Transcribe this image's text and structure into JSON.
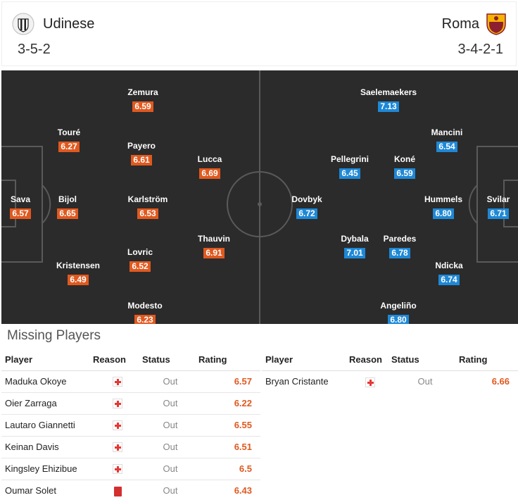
{
  "header": {
    "home": {
      "name": "Udinese",
      "formation": "3-5-2",
      "logo_icon": "udinese-crest-icon"
    },
    "away": {
      "name": "Roma",
      "formation": "3-4-2-1",
      "logo_icon": "roma-crest-icon"
    }
  },
  "colors": {
    "home_rating": "#e0591f",
    "away_rating": "#1e88d6",
    "pitch": "#2b2b2b"
  },
  "lineup": {
    "home": [
      {
        "name": "Sava",
        "rating": "6.57"
      },
      {
        "name": "Touré",
        "rating": "6.27"
      },
      {
        "name": "Bijol",
        "rating": "6.65"
      },
      {
        "name": "Kristensen",
        "rating": "6.49"
      },
      {
        "name": "Zemura",
        "rating": "6.59"
      },
      {
        "name": "Payero",
        "rating": "6.61"
      },
      {
        "name": "Karlström",
        "rating": "6.53"
      },
      {
        "name": "Lovric",
        "rating": "6.52"
      },
      {
        "name": "Modesto",
        "rating": "6.23"
      },
      {
        "name": "Lucca",
        "rating": "6.69"
      },
      {
        "name": "Thauvin",
        "rating": "6.91"
      }
    ],
    "away": [
      {
        "name": "Svilar",
        "rating": "6.71"
      },
      {
        "name": "Mancini",
        "rating": "6.54"
      },
      {
        "name": "Hummels",
        "rating": "6.80"
      },
      {
        "name": "Ndicka",
        "rating": "6.74"
      },
      {
        "name": "Saelemaekers",
        "rating": "7.13"
      },
      {
        "name": "Koné",
        "rating": "6.59"
      },
      {
        "name": "Paredes",
        "rating": "6.78"
      },
      {
        "name": "Angeliño",
        "rating": "6.80"
      },
      {
        "name": "Pellegrini",
        "rating": "6.45"
      },
      {
        "name": "Dybala",
        "rating": "7.01"
      },
      {
        "name": "Dovbyk",
        "rating": "6.72"
      }
    ]
  },
  "missing": {
    "title": "Missing Players",
    "columns": {
      "player": "Player",
      "reason": "Reason",
      "status": "Status",
      "rating": "Rating"
    },
    "home": [
      {
        "player": "Maduka Okoye",
        "reason_icon": "injury-icon",
        "status": "Out",
        "rating": "6.57"
      },
      {
        "player": "Oier Zarraga",
        "reason_icon": "injury-icon",
        "status": "Out",
        "rating": "6.22"
      },
      {
        "player": "Lautaro Giannetti",
        "reason_icon": "injury-icon",
        "status": "Out",
        "rating": "6.55"
      },
      {
        "player": "Keinan Davis",
        "reason_icon": "injury-icon",
        "status": "Out",
        "rating": "6.51"
      },
      {
        "player": "Kingsley Ehizibue",
        "reason_icon": "injury-icon",
        "status": "Out",
        "rating": "6.5"
      },
      {
        "player": "Oumar Solet",
        "reason_icon": "red-card-icon",
        "status": "Out",
        "rating": "6.43"
      }
    ],
    "away": [
      {
        "player": "Bryan Cristante",
        "reason_icon": "injury-icon",
        "status": "Out",
        "rating": "6.66"
      }
    ]
  }
}
